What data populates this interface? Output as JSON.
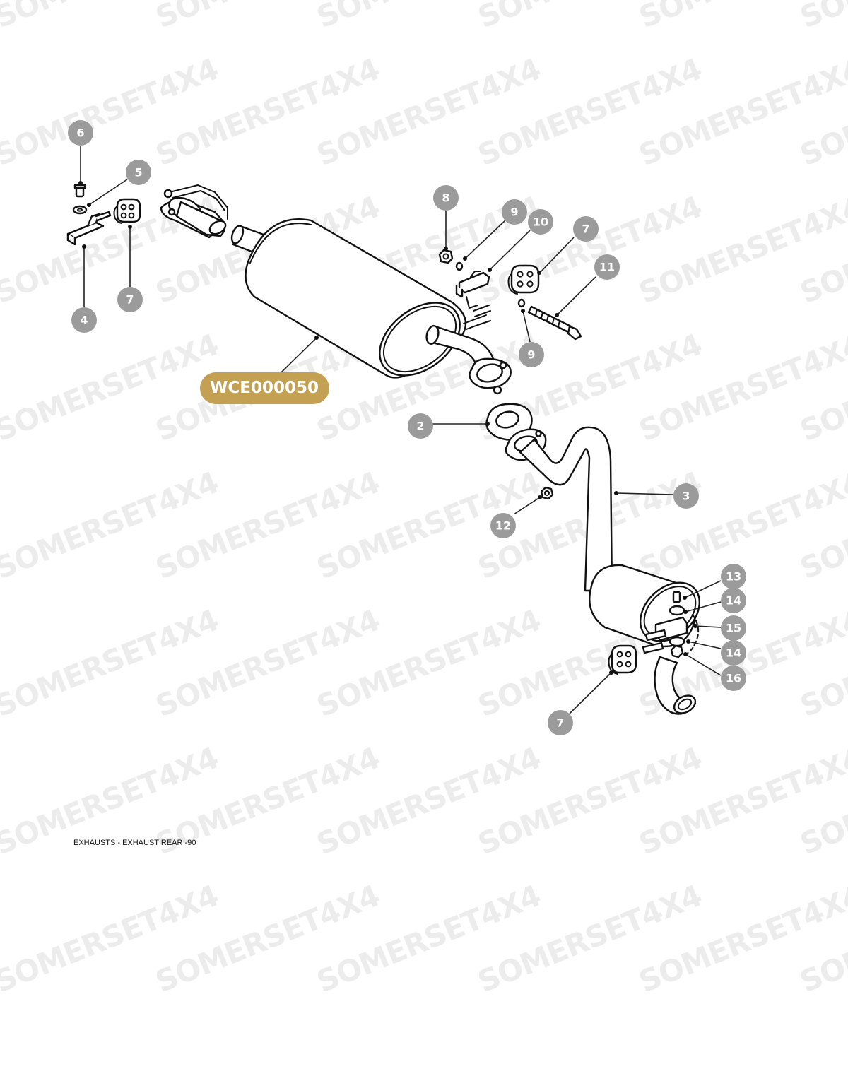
{
  "watermark": "SOMERSET4X4",
  "caption": "EXHAUSTS - EXHAUST REAR -90",
  "part_number": "WCE000050",
  "colors": {
    "callout": "#9b9b9b",
    "part_number_badge": "#c4a052",
    "watermark": "#ececec"
  },
  "callouts": [
    "6",
    "5",
    "4",
    "7",
    "8",
    "9",
    "10",
    "7",
    "11",
    "9",
    "2",
    "3",
    "12",
    "13",
    "14",
    "15",
    "14",
    "16",
    "7"
  ]
}
